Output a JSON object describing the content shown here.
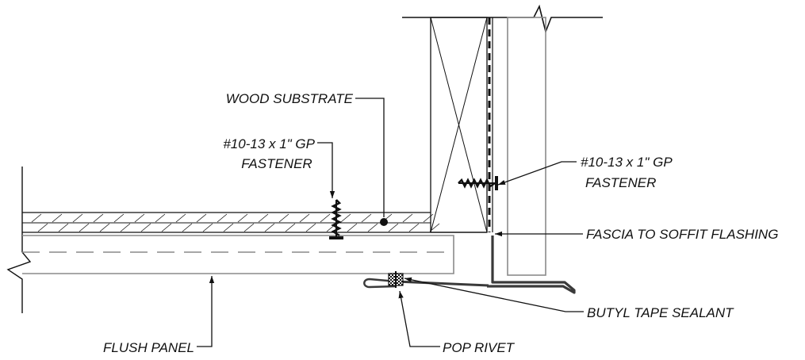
{
  "labels": {
    "wood_substrate": "WOOD SUBSTRATE",
    "fastener_left_line1": "#10-13 x 1\" GP",
    "fastener_left_line2": "FASTENER",
    "fastener_right_line1": "#10-13 x 1\" GP",
    "fastener_right_line2": "FASTENER",
    "fascia_flashing": "FASCIA TO SOFFIT FLASHING",
    "butyl_tape": "BUTYL TAPE  SEALANT",
    "pop_rivet": "POP RIVET",
    "flush_panel": "FLUSH PANEL"
  },
  "colors": {
    "line": "#111111",
    "gray_line": "#8a8a8a",
    "flashing": "#3a3a3a"
  }
}
